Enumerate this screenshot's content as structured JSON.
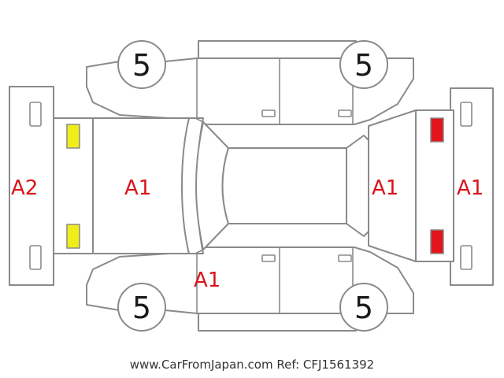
{
  "colors": {
    "damage_code": "#d9141b",
    "light_front": "#f0ee1a",
    "light_rear": "#e3141b",
    "outline": "#8a8a8a"
  },
  "tires": {
    "front_left": "5",
    "rear_left": "5",
    "front_right": "5",
    "rear_right": "5"
  },
  "damage": {
    "front_bumper": "A2",
    "hood": "A1",
    "right_front_door": "A1",
    "trunk": "A1",
    "rear_bumper": "A1"
  },
  "credit": "www.CarFromJapan.com Ref: CFJ1561392"
}
